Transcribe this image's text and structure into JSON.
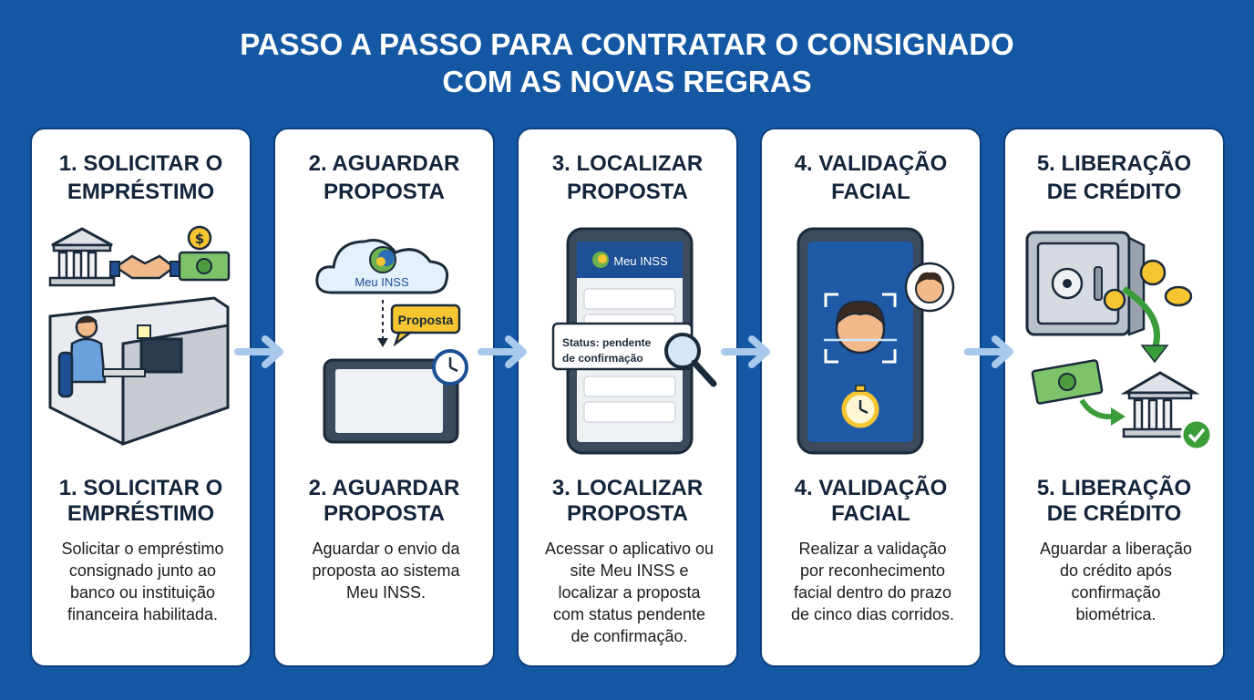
{
  "title": {
    "line1": "PASSO A PASSO PARA CONTRATAR O CONSIGNADO",
    "line2": "COM AS NOVAS REGRAS"
  },
  "colors": {
    "background": "#1458a3",
    "card": "#ffffff",
    "text": "#13243b",
    "accent_green": "#3a9d3a",
    "accent_yellow": "#f6c531",
    "arrow": "#a8c8ec"
  },
  "steps": [
    {
      "heading_line1": "1. SOLICITAR O",
      "heading_line2": "EMPRÉSTIMO",
      "desc_lines": [
        "Solicitar o empréstimo",
        "consignado junto ao",
        "banco ou instituição",
        "financeira habilitada."
      ],
      "icons": [
        "bank-icon",
        "handshake-icon",
        "money-icon",
        "office-worker-icon"
      ]
    },
    {
      "heading_line1": "2. AGUARDAR",
      "heading_line2": "PROPOSTA",
      "desc_lines": [
        "Aguardar o envio da",
        "proposta ao sistema",
        "Meu INSS."
      ],
      "icons": [
        "cloud-icon",
        "tablet-icon",
        "clock-icon"
      ],
      "cloud_label": "Meu INSS",
      "bubble_label": "Proposta"
    },
    {
      "heading_line1": "3. LOCALIZAR",
      "heading_line2": "PROPOSTA",
      "desc_lines": [
        "Acessar o aplicativo ou",
        "site Meu INSS e",
        "localizar a proposta",
        "com status pendente",
        "de confirmação."
      ],
      "icons": [
        "phone-icon",
        "magnifier-icon"
      ],
      "app_label": "Meu INSS",
      "status_line1": "Status: pendente",
      "status_line2": "de confirmação"
    },
    {
      "heading_line1": "4. VALIDAÇÃO",
      "heading_line2": "FACIAL",
      "desc_lines": [
        "Realizar a validação",
        "por reconhecimento",
        "facial dentro do prazo",
        "de cinco dias corridos."
      ],
      "icons": [
        "phone-icon",
        "face-scan-icon",
        "stopwatch-icon",
        "avatar-icon"
      ]
    },
    {
      "heading_line1": "5. LIBERAÇÃO",
      "heading_line2": "DE CRÉDITO",
      "desc_lines": [
        "Aguardar a liberação",
        "do crédito após",
        "confirmação",
        "biométrica."
      ],
      "icons": [
        "safe-icon",
        "coins-icon",
        "money-icon",
        "bank-icon",
        "check-icon"
      ]
    }
  ]
}
